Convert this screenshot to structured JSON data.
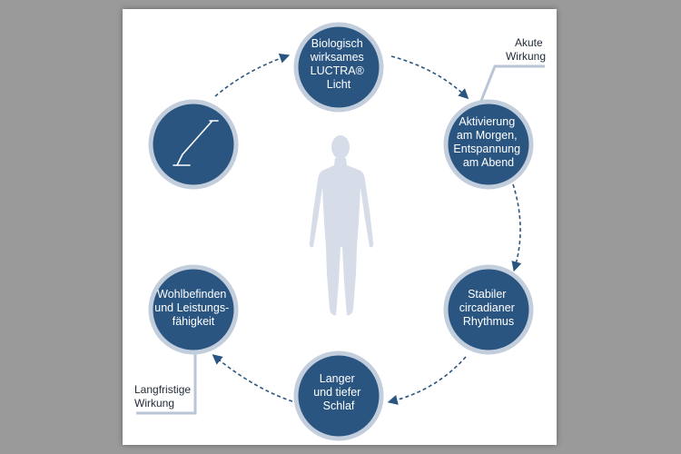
{
  "nodes": [
    {
      "id": "luctra-light",
      "lines": [
        "Biologisch",
        "wirksames",
        "LUCTRA®",
        "Licht"
      ]
    },
    {
      "id": "activation",
      "lines": [
        "Aktivierung",
        "am Morgen,",
        "Entspannung",
        "am Abend"
      ]
    },
    {
      "id": "circadian",
      "lines": [
        "Stabiler",
        "circadianer",
        "Rhythmus"
      ]
    },
    {
      "id": "sleep",
      "lines": [
        "Langer",
        "und tiefer",
        "Schlaf"
      ]
    },
    {
      "id": "wellbeing",
      "lines": [
        "Wohlbefinden",
        "und Leistungs-",
        "fähigkeit"
      ]
    },
    {
      "id": "lamp",
      "icon": "desk-lamp-icon"
    }
  ],
  "labels": {
    "acute_line1": "Akute",
    "acute_line2": "Wirkung",
    "longterm_line1": "Langfristige",
    "longterm_line2": "Wirkung"
  },
  "colors": {
    "node_fill": "#2a5581",
    "node_ring": "#c3cedd",
    "arrow": "#2a5581",
    "silhouette": "#d6dde8",
    "connector": "#b8c6d8"
  }
}
